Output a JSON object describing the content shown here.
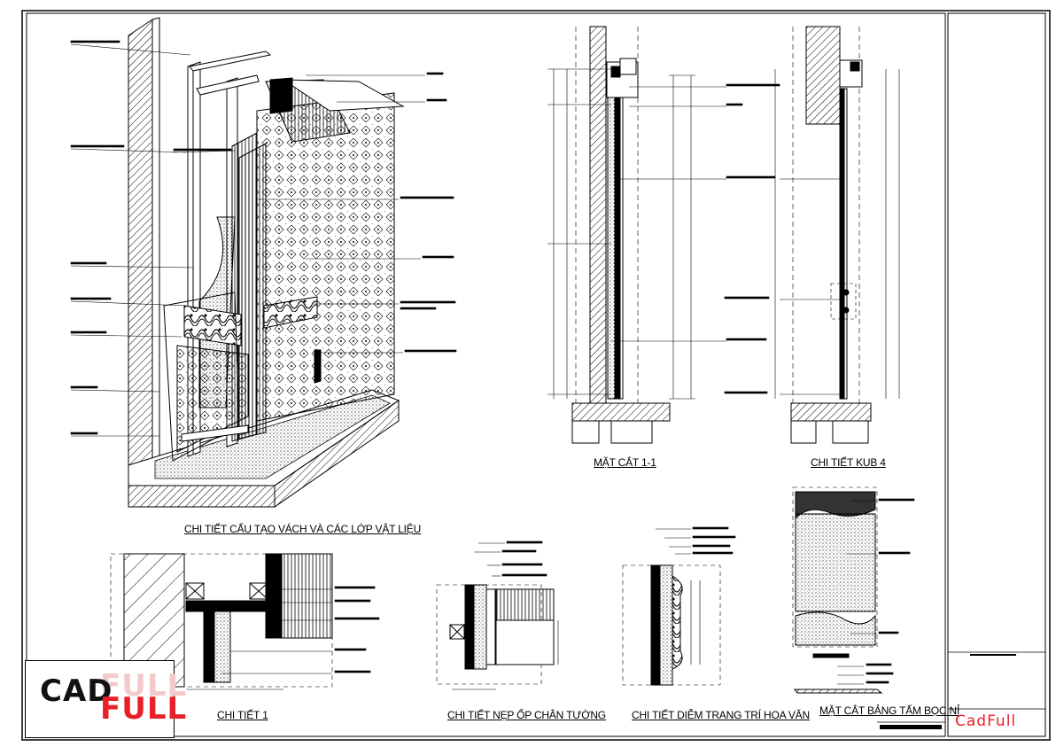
{
  "titles": {
    "exploded": "CHI TIẾT CẤU TẠO VÁCH VÀ CÁC LỚP VẬT LIỆU",
    "section11": "MẶT CẮT 1-1",
    "kub4": "CHI TIẾT KUB 4",
    "detail1": "CHI TIẾT 1",
    "skirting": "CHI TIẾT NẸP ỐP CHÂN TƯỜNG",
    "ornament": "CHI TIẾT DIỄM TRANG TRÍ HOA VĂN",
    "panel": "MẶT CẮT BẢNG TẤM BỌC NỈ"
  },
  "logo": {
    "cad": "CAD",
    "full": "FULL"
  },
  "brand": "CadFull",
  "colors": {
    "line": "#000000",
    "accent": "#e8202a",
    "ghost": "#f4c9cb",
    "paper": "#ffffff"
  }
}
